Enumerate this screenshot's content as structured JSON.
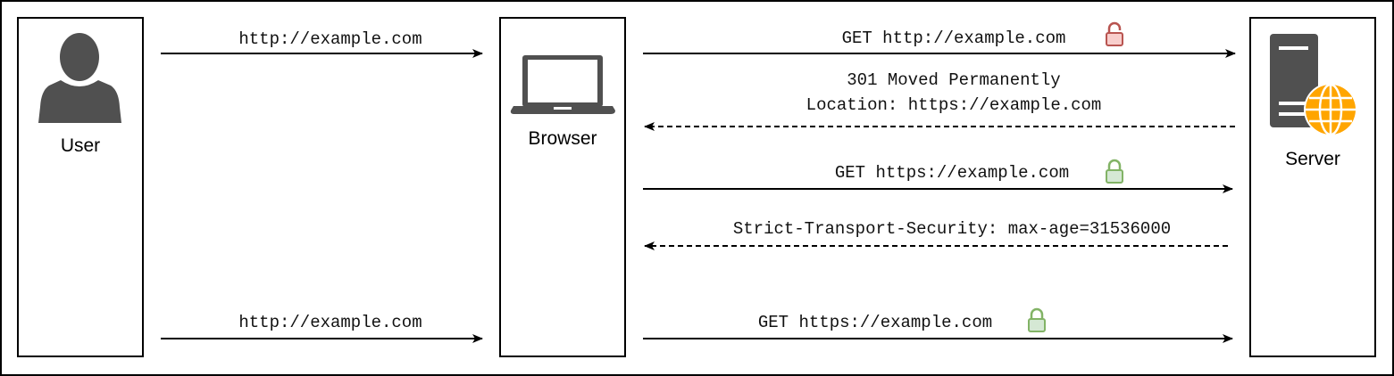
{
  "actors": {
    "user": {
      "label": "User",
      "icon": "user-icon"
    },
    "browser": {
      "label": "Browser",
      "icon": "laptop-icon"
    },
    "server": {
      "label": "Server",
      "icon": "web-server-icon"
    }
  },
  "messages": {
    "m1": {
      "text": "http://example.com"
    },
    "m2": {
      "text": "GET http://example.com",
      "lock": "unlocked",
      "lock_color": "#f8cecc"
    },
    "m3": {
      "line1": "301 Moved Permanently",
      "line2": "Location: https://example.com"
    },
    "m4": {
      "text": "GET https://example.com",
      "lock": "locked",
      "lock_color": "#d5e8d4"
    },
    "m5": {
      "text": "Strict-Transport-Security: max-age=31536000"
    },
    "m6": {
      "text": "http://example.com"
    },
    "m7": {
      "text": "GET https://example.com",
      "lock": "locked",
      "lock_color": "#d5e8d4"
    }
  },
  "colors": {
    "icon_gray": "#505050",
    "globe_orange": "#ffa500",
    "lock_red_stroke": "#b85450",
    "lock_green_stroke": "#82b366"
  }
}
